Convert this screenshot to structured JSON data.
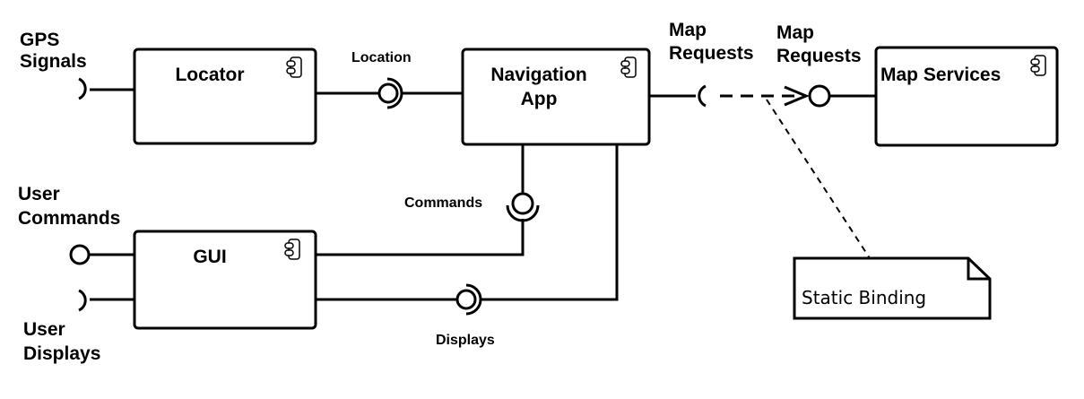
{
  "diagram": {
    "type": "UML component diagram",
    "components": [
      {
        "id": "locator",
        "name": "Locator"
      },
      {
        "id": "navigation-app",
        "name_lines": [
          "Navigation",
          "App"
        ]
      },
      {
        "id": "map-services",
        "name": "Map Services"
      },
      {
        "id": "gui",
        "name": "GUI"
      }
    ],
    "external_ports": {
      "gps_signals": [
        "GPS",
        "Signals"
      ],
      "user_commands": [
        "User",
        "Commands"
      ],
      "user_displays": [
        "User",
        "Displays"
      ]
    },
    "interfaces": {
      "location": "Location",
      "commands": "Commands",
      "displays": "Displays",
      "map_requests_required": [
        "Map",
        "Requests"
      ],
      "map_requests_provided": [
        "Map",
        "Requests"
      ]
    },
    "note": {
      "text": "Static Binding"
    },
    "colors": {
      "line": "#000000",
      "background": "#ffffff"
    }
  }
}
